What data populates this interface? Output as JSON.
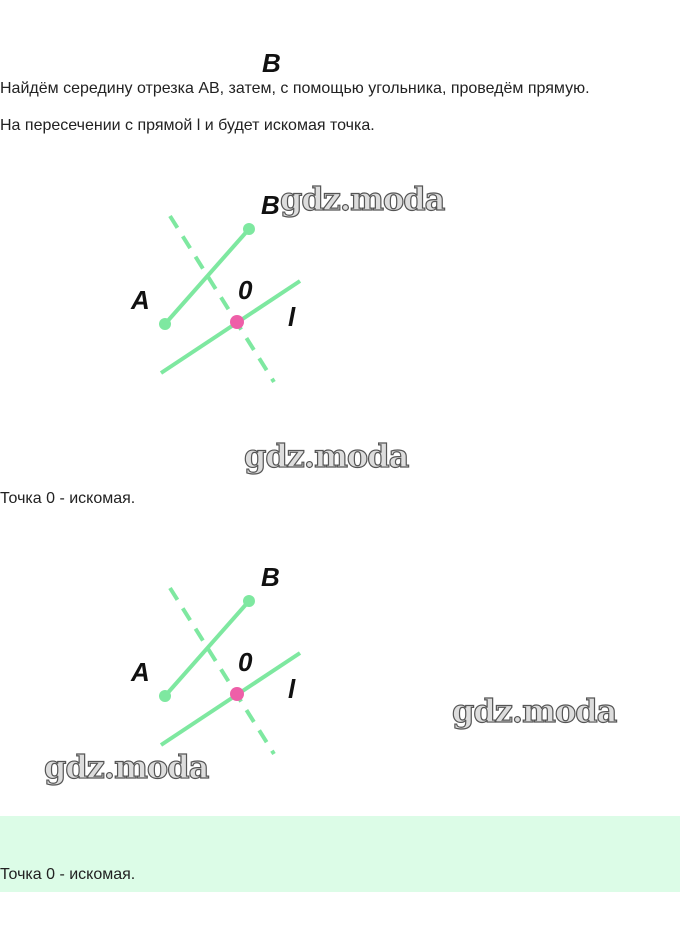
{
  "cut_label": "B",
  "text": {
    "line1": "Найдём середину отрезка АВ, затем, с помощью угольника, проведём прямую.",
    "line2": "На пересечении с прямой l и будет искомая точка.",
    "result1": "Точка 0 - искомая.",
    "answer": "Точка 0 - искомая."
  },
  "figure": {
    "point_a": "A",
    "point_b": "B",
    "point_o": "0",
    "line_l": "l"
  },
  "watermark": "gdz.moda",
  "colors": {
    "line": "#7ee8a0",
    "point_o": "#ee5fa8",
    "answer_bg": "#dcfce7"
  }
}
